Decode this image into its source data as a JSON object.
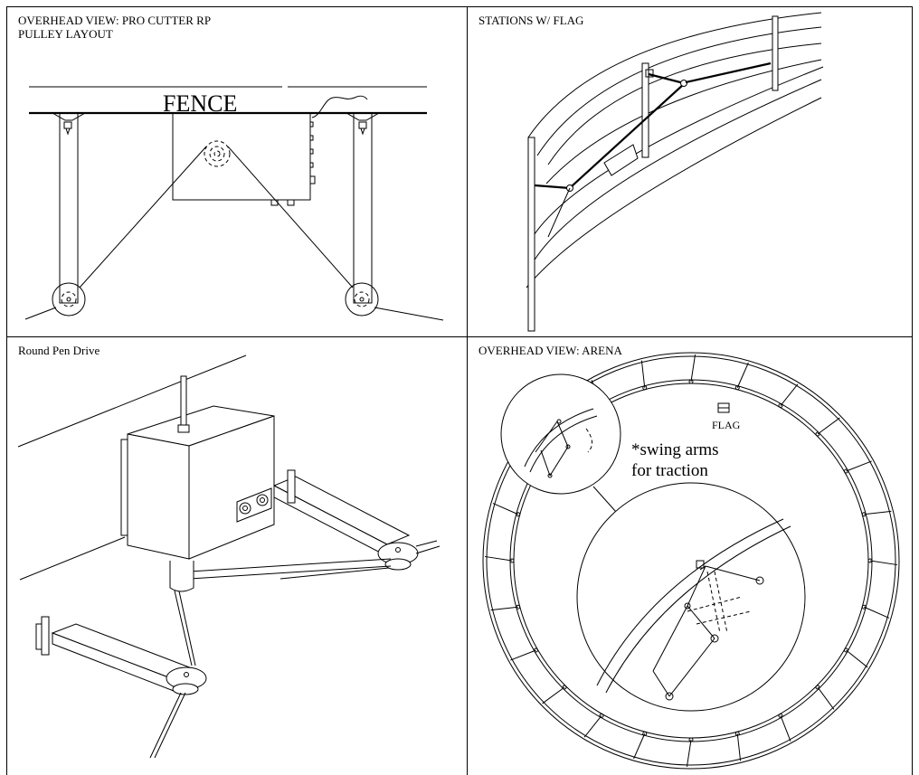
{
  "panels": {
    "pulley_layout": {
      "title_line1": "OVERHEAD VIEW: PRO CUTTER RP",
      "title_line2": "PULLEY LAYOUT",
      "fence_label": "FENCE"
    },
    "stations_flag": {
      "title": "STATIONS W/ FLAG"
    },
    "round_pen_drive": {
      "title": "Round Pen Drive"
    },
    "arena": {
      "title": "OVERHEAD VIEW: ARENA",
      "flag_label": "FLAG",
      "note_line1": "*swing arms",
      "note_line2": "for traction"
    }
  }
}
